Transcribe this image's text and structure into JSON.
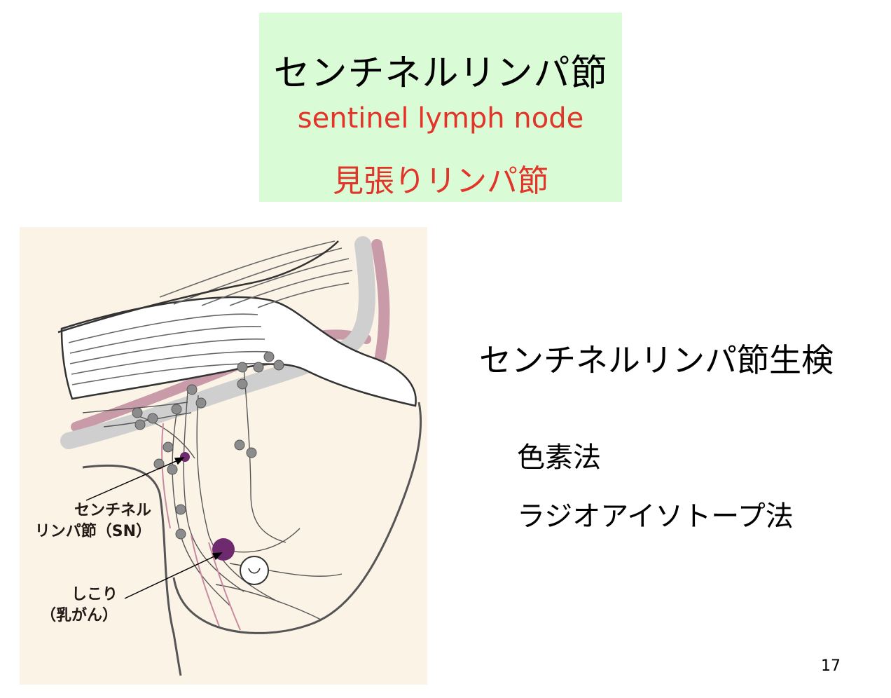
{
  "title_box": {
    "main": "センチネルリンパ節",
    "english": "sentinel lymph node",
    "japanese_alt": "見張りリンパ節"
  },
  "figure": {
    "label_sn_line1": "センチネル",
    "label_sn_line2": "リンパ節（SN）",
    "label_tumor_line1": "しこり",
    "label_tumor_line2": "（乳がん）"
  },
  "content": {
    "heading": "センチネルリンパ節生検",
    "methods": [
      "色素法",
      "ラジオアイソトープ法"
    ]
  },
  "page_number": "17",
  "colors": {
    "title_box_bg": "#d9fbd5",
    "accent_red": "#e3342a",
    "figure_bg": "#fcf3e7",
    "node_gray": "#8c8c8c",
    "node_purple": "#6e2a6e"
  }
}
